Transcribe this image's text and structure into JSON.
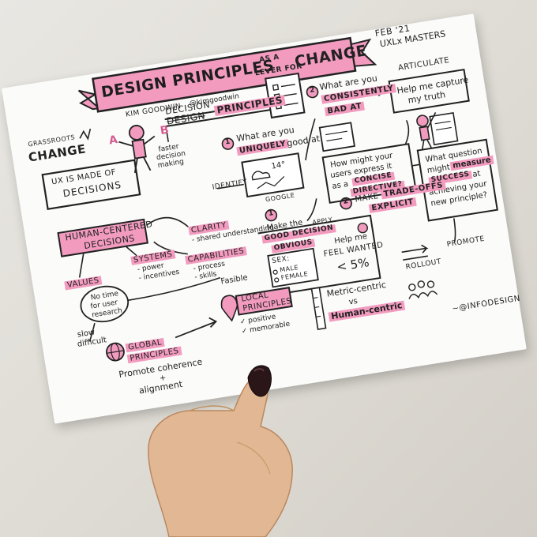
{
  "sketchnote": {
    "title_line1": "DESIGN PRINCIPLES",
    "title_as_a": "AS A",
    "title_lever_for": "LEVER FOR",
    "title_change": "CHANGE",
    "author": "KIM GOODWIN",
    "handle": "@kimgoodwin",
    "event_date": "FEB '21",
    "event_name": "UXLx MASTERS",
    "grassroots": "GRASSROOTS",
    "change": "CHANGE",
    "letter_a": "A",
    "letter_b": "B",
    "ux_made_of_1": "UX IS MADE OF",
    "ux_made_of_2": "DECISIONS",
    "decision": "DECISION",
    "design": "DESIGN",
    "principles": "PRINCIPLES",
    "faster_1": "faster",
    "faster_2": "decision",
    "faster_3": "making",
    "step1_num": "1",
    "step1_a": "What are you",
    "step1_b": "UNIQUELY",
    "step1_c": "good at",
    "step2_num": "2",
    "step2_a": "What are you",
    "step2_b": "CONSISTENTLY",
    "step2_c": "BAD AT",
    "articulate": "ARTICULATE",
    "capture_1": "Help me capture",
    "capture_2": "my truth",
    "identify": "IDENTIFY",
    "google": "GOOGLE",
    "weather_temp": "14°",
    "directive_1": "How might your",
    "directive_2": "users express it",
    "directive_3": "as a",
    "directive_4": "CONCISE",
    "directive_5": "DIRECTIVE?",
    "apply": "APPLY",
    "question_1": "What question",
    "question_2": "might",
    "question_3": "measure",
    "question_4": "SUCCESS",
    "question_5": "at",
    "question_6": "achieving your",
    "question_7": "new principle?",
    "promote": "PROMOTE",
    "tradeoffs_num": "2",
    "tradeoffs_1": "MAKE",
    "tradeoffs_2": "TRADE-OFFS",
    "tradeoffs_3": "EXPLICIT",
    "good_num": "1",
    "good_1": "Make the",
    "good_2": "GOOD DECISION",
    "good_3": "OBVIOUS",
    "form_sex": "SEX:",
    "form_male": "MALE",
    "form_female": "FEMALE",
    "feel_1": "Help me",
    "feel_2": "feel wanted",
    "percent": "< 5%",
    "rollout": "ROLLOUT",
    "human_centered_1": "HUMAN-CENTERED",
    "human_centered_2": "DECISIONS",
    "clarity": "CLARITY",
    "shared_understanding": "- shared understanding",
    "systems": "SYSTEMS",
    "power": "- power",
    "incentives": "- incentives",
    "capabilities": "CAPABILITIES",
    "process": "- process",
    "skills": "- skills",
    "values": "VALUES",
    "no_time_1": "No time",
    "no_time_2": "for user",
    "no_time_3": "research",
    "fasible": "Fasible",
    "slow": "slow",
    "difficult": "difficult",
    "global_1": "GLOBAL",
    "global_2": "PRINCIPLES",
    "promote_coherence": "Promote coherence",
    "plus": "+",
    "alignment": "alignment",
    "local_1": "LOCAL",
    "local_2": "PRINCIPLES",
    "positive": "✓ positive",
    "memorable": "✓ memorable",
    "metric_centric": "Metric-centric",
    "vs": "vs",
    "human_centric": "Human-centric",
    "infodesign": "~@INFODESIGN"
  },
  "colors": {
    "pink": "#f29bbf",
    "ink": "#222222",
    "paper": "#fbfbfa",
    "nail": "#2a1618",
    "skin": "#e2b894"
  }
}
